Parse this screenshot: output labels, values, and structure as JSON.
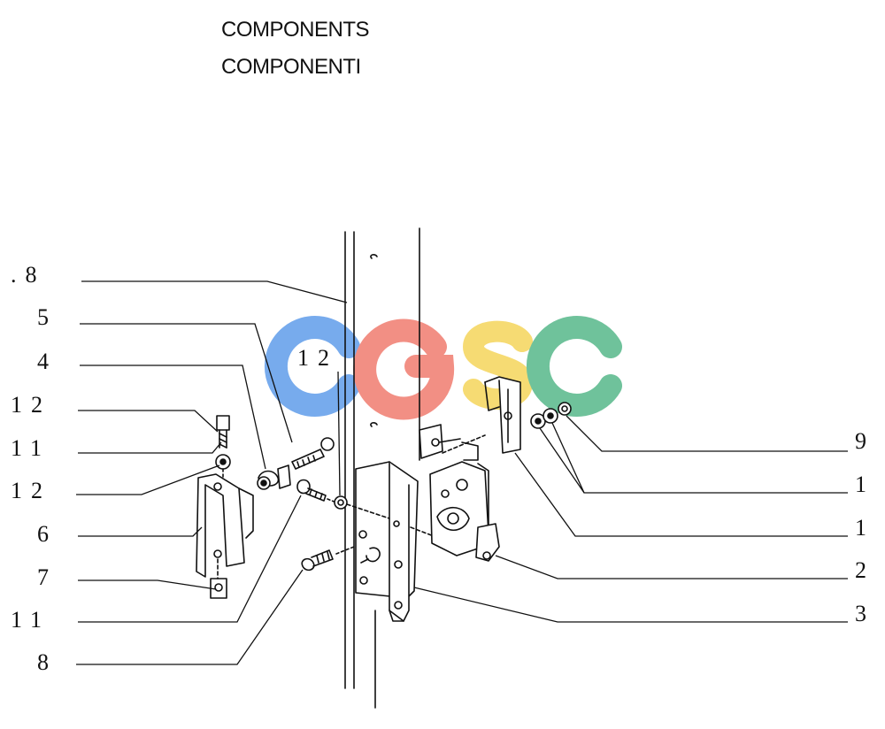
{
  "header": {
    "title_en": "COMPONENTS",
    "title_it": "COMPONENTI"
  },
  "watermark": {
    "letters": [
      "C",
      "G",
      "S",
      "C"
    ],
    "colors": [
      "#4a8fe8",
      "#ee6a5c",
      "#f4cf45",
      "#3fae7a"
    ]
  },
  "callouts": {
    "left": [
      ".8",
      "5",
      "4",
      "12",
      "11",
      "12",
      "6",
      "7",
      "11",
      "8"
    ],
    "right": [
      "9",
      "1",
      "1",
      "2",
      "3"
    ],
    "inner": "12"
  }
}
